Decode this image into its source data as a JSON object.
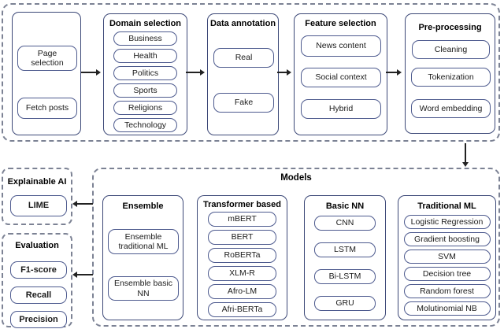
{
  "figure": {
    "type": "flowchart",
    "description": "Fake news detection pipeline diagram"
  },
  "colors": {
    "panel_border": "#3c4877",
    "pill_border": "#4d5a8e",
    "dashed_border": "#7c8294",
    "arrow": "#222222",
    "text": "#111111",
    "background": "#ffffff"
  },
  "pipeline": {
    "stages": [
      {
        "title": "",
        "items": [
          "Page selection",
          "Fetch posts"
        ]
      },
      {
        "title": "Domain selection",
        "items": [
          "Business",
          "Health",
          "Politics",
          "Sports",
          "Religions",
          "Technology"
        ]
      },
      {
        "title": "Data annotation",
        "items": [
          "Real",
          "Fake"
        ]
      },
      {
        "title": "Feature selection",
        "items": [
          "News content",
          "Social context",
          "Hybrid"
        ]
      },
      {
        "title": "Pre-processing",
        "items": [
          "Cleaning",
          "Tokenization",
          "Word embedding"
        ]
      }
    ]
  },
  "models": {
    "title": "Models",
    "groups": [
      {
        "title": "Ensemble",
        "items": [
          "Ensemble traditional ML",
          "Ensemble basic NN"
        ]
      },
      {
        "title": "Transformer based",
        "items": [
          "mBERT",
          "BERT",
          "RoBERTa",
          "XLM-R",
          "Afro-LM",
          "Afri-BERTa"
        ]
      },
      {
        "title": "Basic NN",
        "items": [
          "CNN",
          "LSTM",
          "Bi-LSTM",
          "GRU"
        ]
      },
      {
        "title": "Traditional ML",
        "items": [
          "Logistic Regression",
          "Gradient boosting",
          "SVM",
          "Decision tree",
          "Random forest",
          "Molutinomial NB"
        ]
      }
    ]
  },
  "explainable_ai": {
    "title": "Explainable AI",
    "items": [
      "LIME"
    ]
  },
  "evaluation": {
    "title": "Evaluation",
    "items": [
      "F1-score",
      "Recall",
      "Precision"
    ]
  }
}
